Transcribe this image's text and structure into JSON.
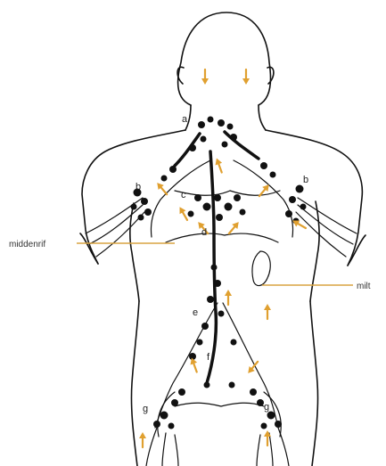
{
  "colors": {
    "accent": "#e0a030",
    "line": "#111111",
    "leader": "#d9a441",
    "background": "#ffffff"
  },
  "labels": {
    "a": "a",
    "b_left": "b",
    "b_right": "b",
    "c": "c",
    "d": "d",
    "e": "e",
    "f": "f",
    "g_left": "g",
    "g_right": "g"
  },
  "side_labels": {
    "middenrif": "middenrif",
    "milt": "milt"
  },
  "icons": {
    "flow_arrow": "flow-arrow-icon"
  }
}
